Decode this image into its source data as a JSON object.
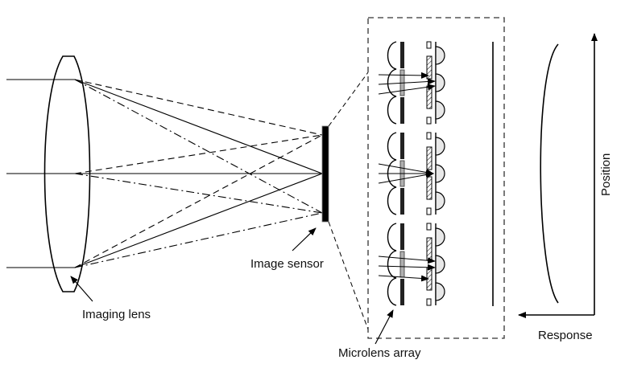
{
  "diagram": {
    "labels": {
      "imaging_lens": "Imaging lens",
      "image_sensor": "Image sensor",
      "microlens_array": "Microlens array",
      "position_axis": "Position",
      "response_axis": "Response"
    },
    "components": [
      {
        "id": "imaging-lens",
        "label": "Imaging lens"
      },
      {
        "id": "image-sensor",
        "label": "Image sensor"
      },
      {
        "id": "microlens-array",
        "label": "Microlens array",
        "groups": 3
      },
      {
        "id": "response-plot",
        "x_label": "Response",
        "y_label": "Position"
      }
    ],
    "ray_styles": [
      "solid",
      "dashed",
      "dash-dot"
    ],
    "colors": {
      "line": "#000000",
      "window_fill": "#b0b0b0",
      "bump_fill": "#e8e8e8",
      "dash_box": "#333333",
      "background": "#ffffff"
    }
  }
}
